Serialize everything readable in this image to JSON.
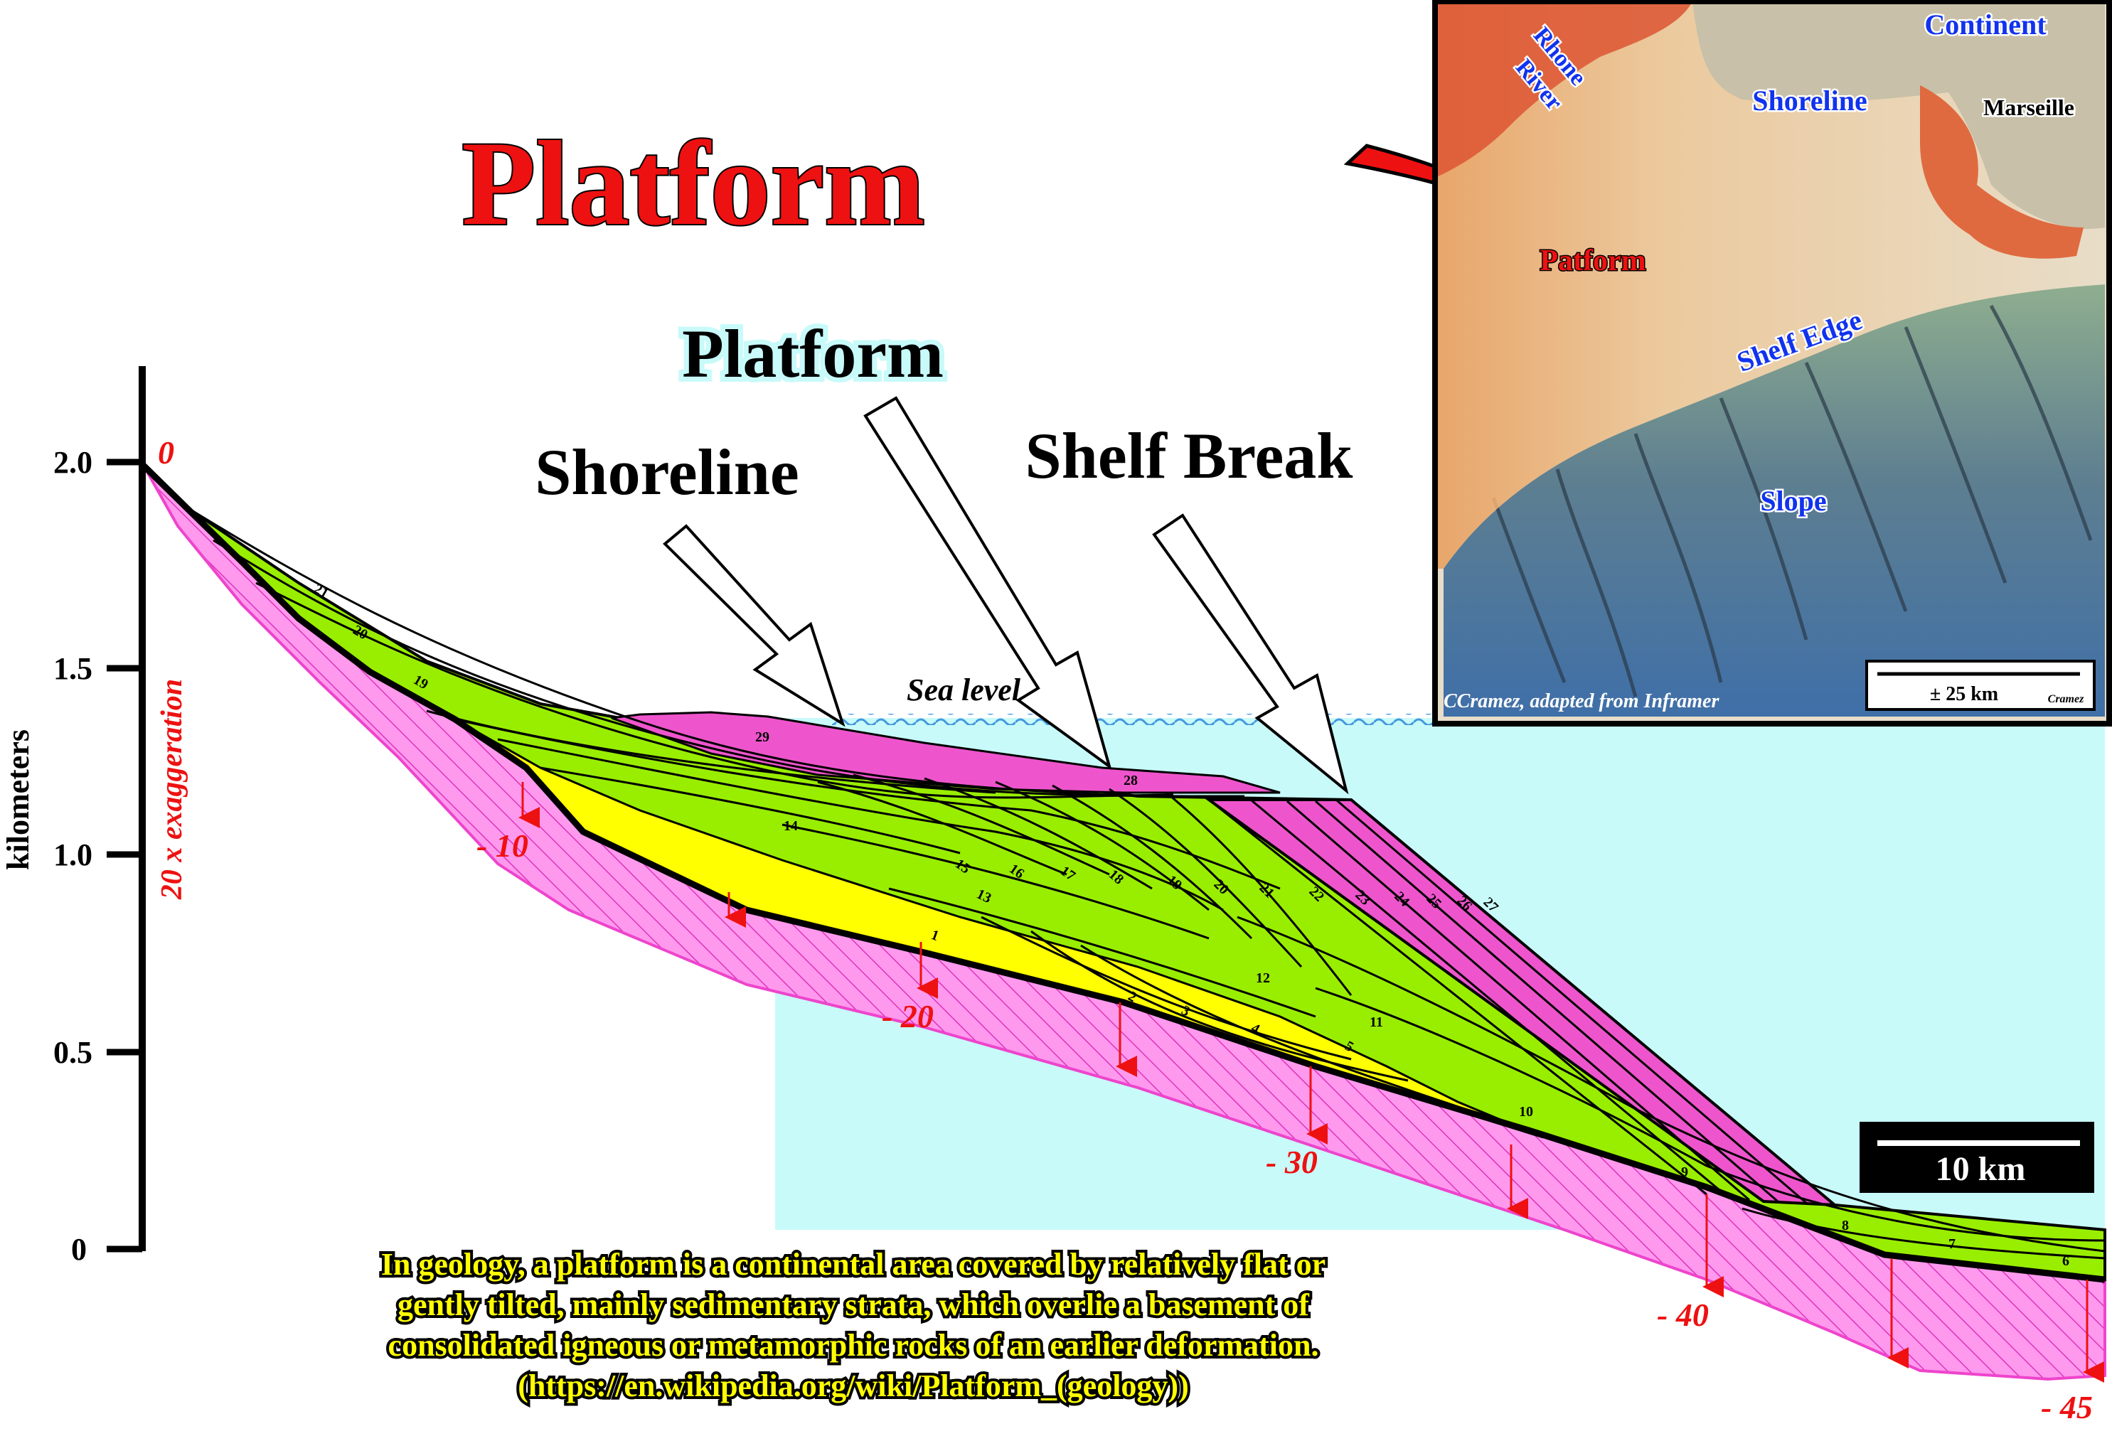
{
  "title": "Platform",
  "labels": {
    "platform": "Platform",
    "shoreline": "Shoreline",
    "shelf_break": "Shelf Break",
    "sea_level": "Sea level"
  },
  "axis": {
    "ylabel": "kilometers",
    "exaggeration": "20 x exaggeration",
    "ticks": [
      "2.0",
      "1.5",
      "1.0",
      "0.5",
      "0"
    ]
  },
  "subsidence": {
    "zero": "0",
    "m10": "- 10",
    "m20": "- 20",
    "m30": "- 30",
    "m40": "-  40",
    "m45": "- 45"
  },
  "scale_bar": "10 km",
  "map": {
    "continent": "Continent",
    "rhone": "Rhone",
    "river": "River",
    "shoreline": "Shoreline",
    "marseille": "Marseille",
    "patform": "Patform",
    "shelf_edge": "Shelf Edge",
    "slope": "Slope",
    "credit": "CCramez, adapted from Inframer",
    "scale": "± 25 km",
    "scale_credit": "Cramez"
  },
  "caption": {
    "line1": "In geology, a platform is a continental area covered by relatively flat or",
    "line2": "gently tilted, mainly sedimentary strata, which overlie a basement of",
    "line3": "consolidated igneous or metamorphic rocks of an earlier deformation.",
    "line4": "(https://en.wikipedia.org/wiki/Platform_(geology))"
  },
  "units": {
    "u1": "1",
    "u2": "2",
    "u3": "3",
    "u4": "4",
    "u5": "5",
    "u6": "6",
    "u7": "7",
    "u8": "8",
    "u9": "9",
    "u10": "10",
    "u11": "11",
    "u12": "12",
    "u13": "13",
    "u14": "14",
    "u15": "15",
    "u16": "16",
    "u17": "17",
    "u18": "18",
    "u19": "19",
    "u20": "20",
    "u21": "21",
    "u22": "22",
    "u23": "23",
    "u24": "24",
    "u25": "25",
    "u26": "26",
    "u27": "27",
    "u28": "28",
    "u29": "29",
    "u19b": "19",
    "u20b": "20",
    "u21b": "21"
  },
  "colors": {
    "sea": "#c8fafa",
    "green": "#99ee00",
    "yellow": "#ffff00",
    "pink": "#ee55cc",
    "basement": "#ff99ee",
    "red_text": "#ee1111",
    "blue_text": "#1133ee"
  }
}
